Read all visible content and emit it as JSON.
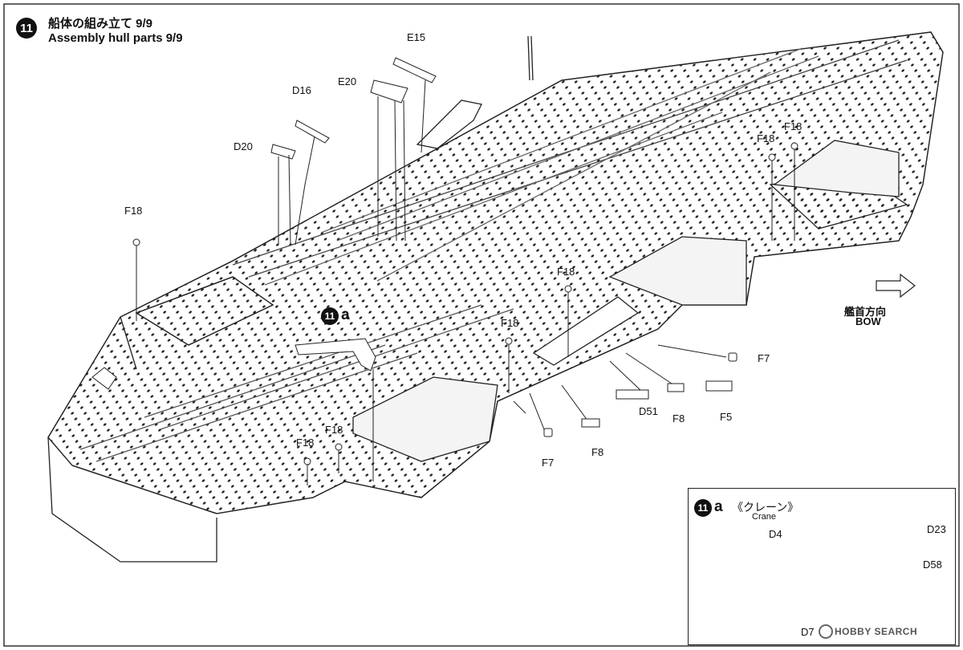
{
  "step": {
    "number": "11",
    "title_jp": "船体の組み立て 9/9",
    "title_en": "Assembly hull parts 9/9"
  },
  "substep_marker": {
    "number": "11",
    "letter": "a"
  },
  "bow_indicator": {
    "label_jp": "艦首方向",
    "label_en": "BOW"
  },
  "part_labels": {
    "e15": "E15",
    "e20": "E20",
    "d16": "D16",
    "d20": "D20",
    "f18_a": "F18",
    "f18_b": "F18",
    "f18_c": "F18",
    "f18_d": "F18",
    "f18_e": "F18",
    "f18_f": "F18",
    "f18_g": "F18",
    "f7_a": "F7",
    "f7_b": "F7",
    "d51": "D51",
    "f8_a": "F8",
    "f8_b": "F8",
    "f5": "F5"
  },
  "inset": {
    "number": "11",
    "letter": "a",
    "title_jp": "《クレーン》",
    "title_en": "Crane",
    "labels": {
      "d4": "D4",
      "d23": "D23",
      "d58": "D58",
      "d7": "D7"
    }
  },
  "watermark": "HOBBY SEARCH"
}
